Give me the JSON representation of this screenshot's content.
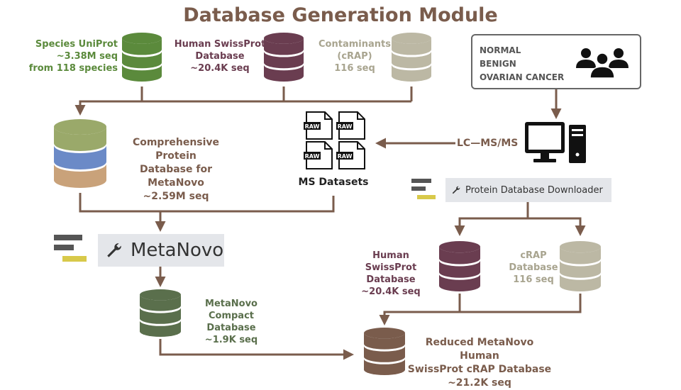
{
  "title": "Database Generation Module",
  "colors": {
    "green": "#5b8a3c",
    "maroon": "#6a3d50",
    "beige": "#bcb8a4",
    "brown": "#7a5c4c",
    "dark_green": "#5a6f4c",
    "arrow": "#7a5c4c"
  },
  "species_uniprot": {
    "line1": "Species UniProt",
    "line2": "~3.38M seq",
    "line3": "from 118 species"
  },
  "human_swissprot_top": {
    "line1": "Human SwissProt",
    "line2": "Database",
    "line3": "~20.4K seq"
  },
  "contaminants": {
    "line1": "Contaminants",
    "line2": "(cRAP)",
    "line3": "116 seq"
  },
  "patients": {
    "normal": "NORMAL",
    "benign": "BENIGN",
    "ovarian": "OVARIAN CANCER",
    "icon": "people-group-icon"
  },
  "comprehensive_db": {
    "line1": "Comprehensive Protein",
    "line2": "Database for MetaNovo",
    "line3": "~2.59M seq"
  },
  "ms_datasets": {
    "label": "MS Datasets",
    "raw_label": "RAW"
  },
  "lcms": {
    "label": "LC—MS/MS",
    "icon": "computer-icon"
  },
  "protein_downloader": {
    "label": "Protein Database Downloader",
    "icon": "wrench-icon"
  },
  "metanovo": {
    "label": "MetaNovo",
    "icon": "wrench-icon"
  },
  "human_swissprot_bottom": {
    "line1": "Human SwissProt",
    "line2": "Database",
    "line3": "~20.4K seq"
  },
  "crap_bottom": {
    "line1": "cRAP",
    "line2": "Database",
    "line3": "116 seq"
  },
  "metanovo_compact": {
    "line1": "MetaNovo",
    "line2": "Compact Database",
    "line3": "~1.9K seq"
  },
  "reduced_db": {
    "line1": "Reduced MetaNovo Human",
    "line2": "SwissProt cRAP Database",
    "line3": "~21.2K seq"
  }
}
